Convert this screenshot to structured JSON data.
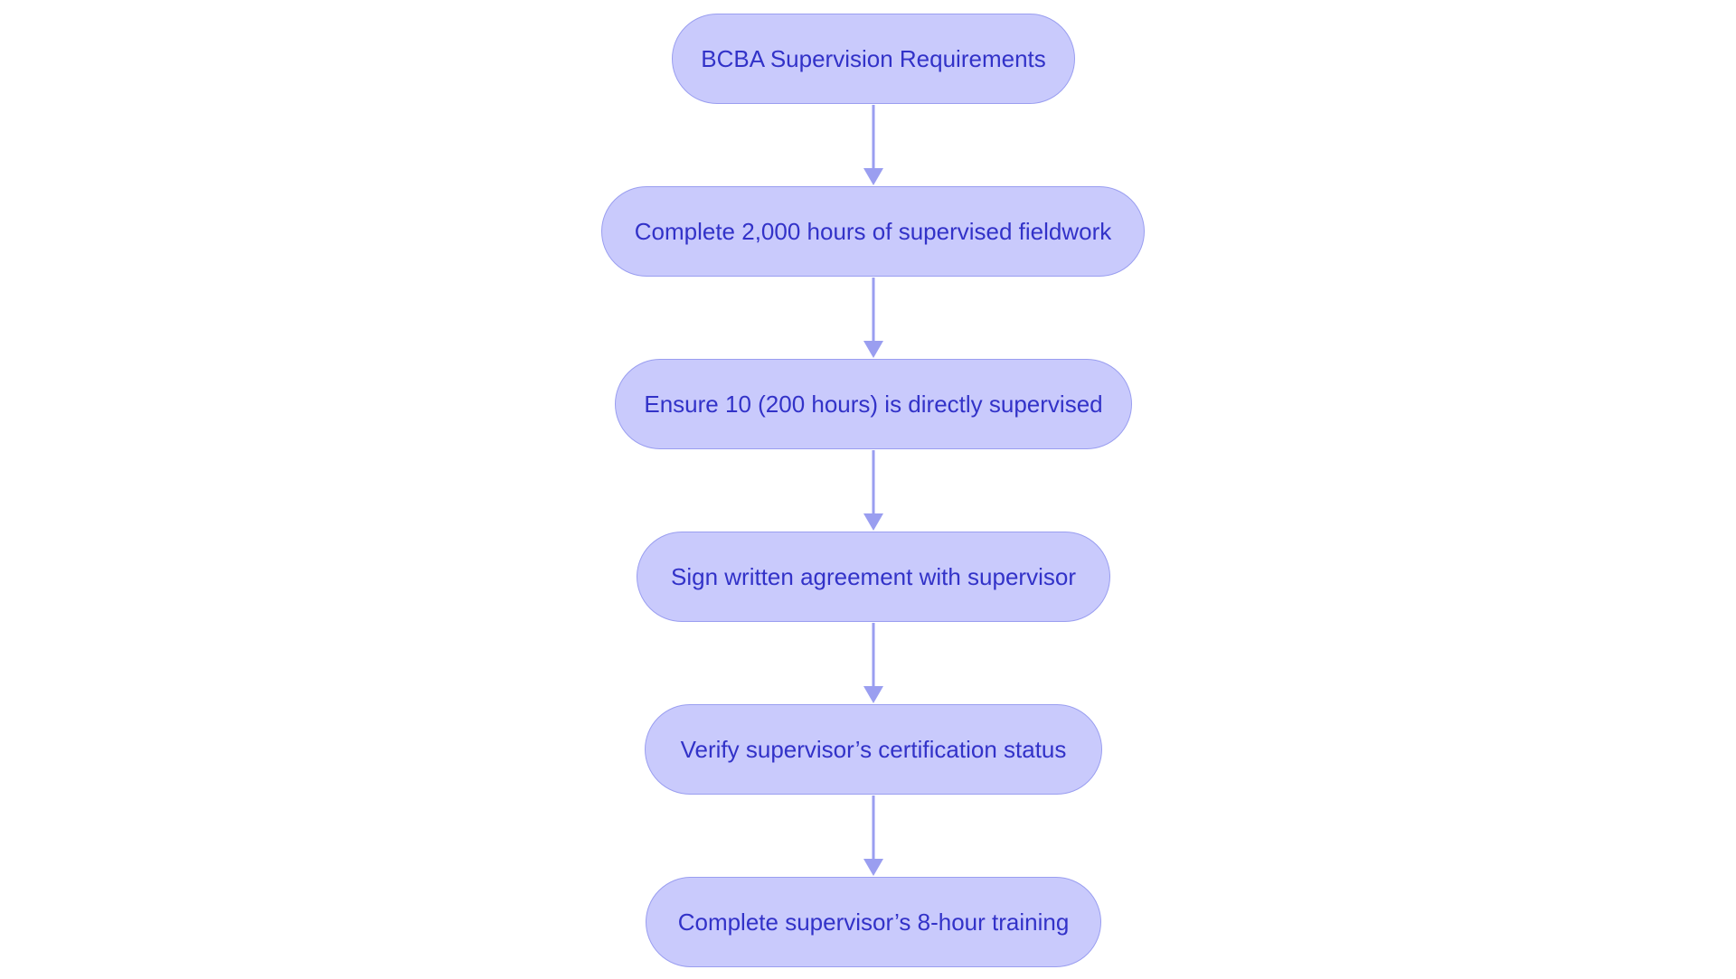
{
  "colors": {
    "node_fill": "#c9cafc",
    "node_border": "#9a9ef0",
    "node_text": "#3232c8",
    "connector": "#9a9ef0"
  },
  "nodes": [
    {
      "label": "BCBA Supervision Requirements"
    },
    {
      "label": "Complete 2,000 hours of supervised fieldwork"
    },
    {
      "label": "Ensure 10 (200 hours) is directly supervised"
    },
    {
      "label": "Sign written agreement with supervisor"
    },
    {
      "label": "Verify supervisor’s certification status"
    },
    {
      "label": "Complete supervisor’s 8-hour training"
    }
  ]
}
